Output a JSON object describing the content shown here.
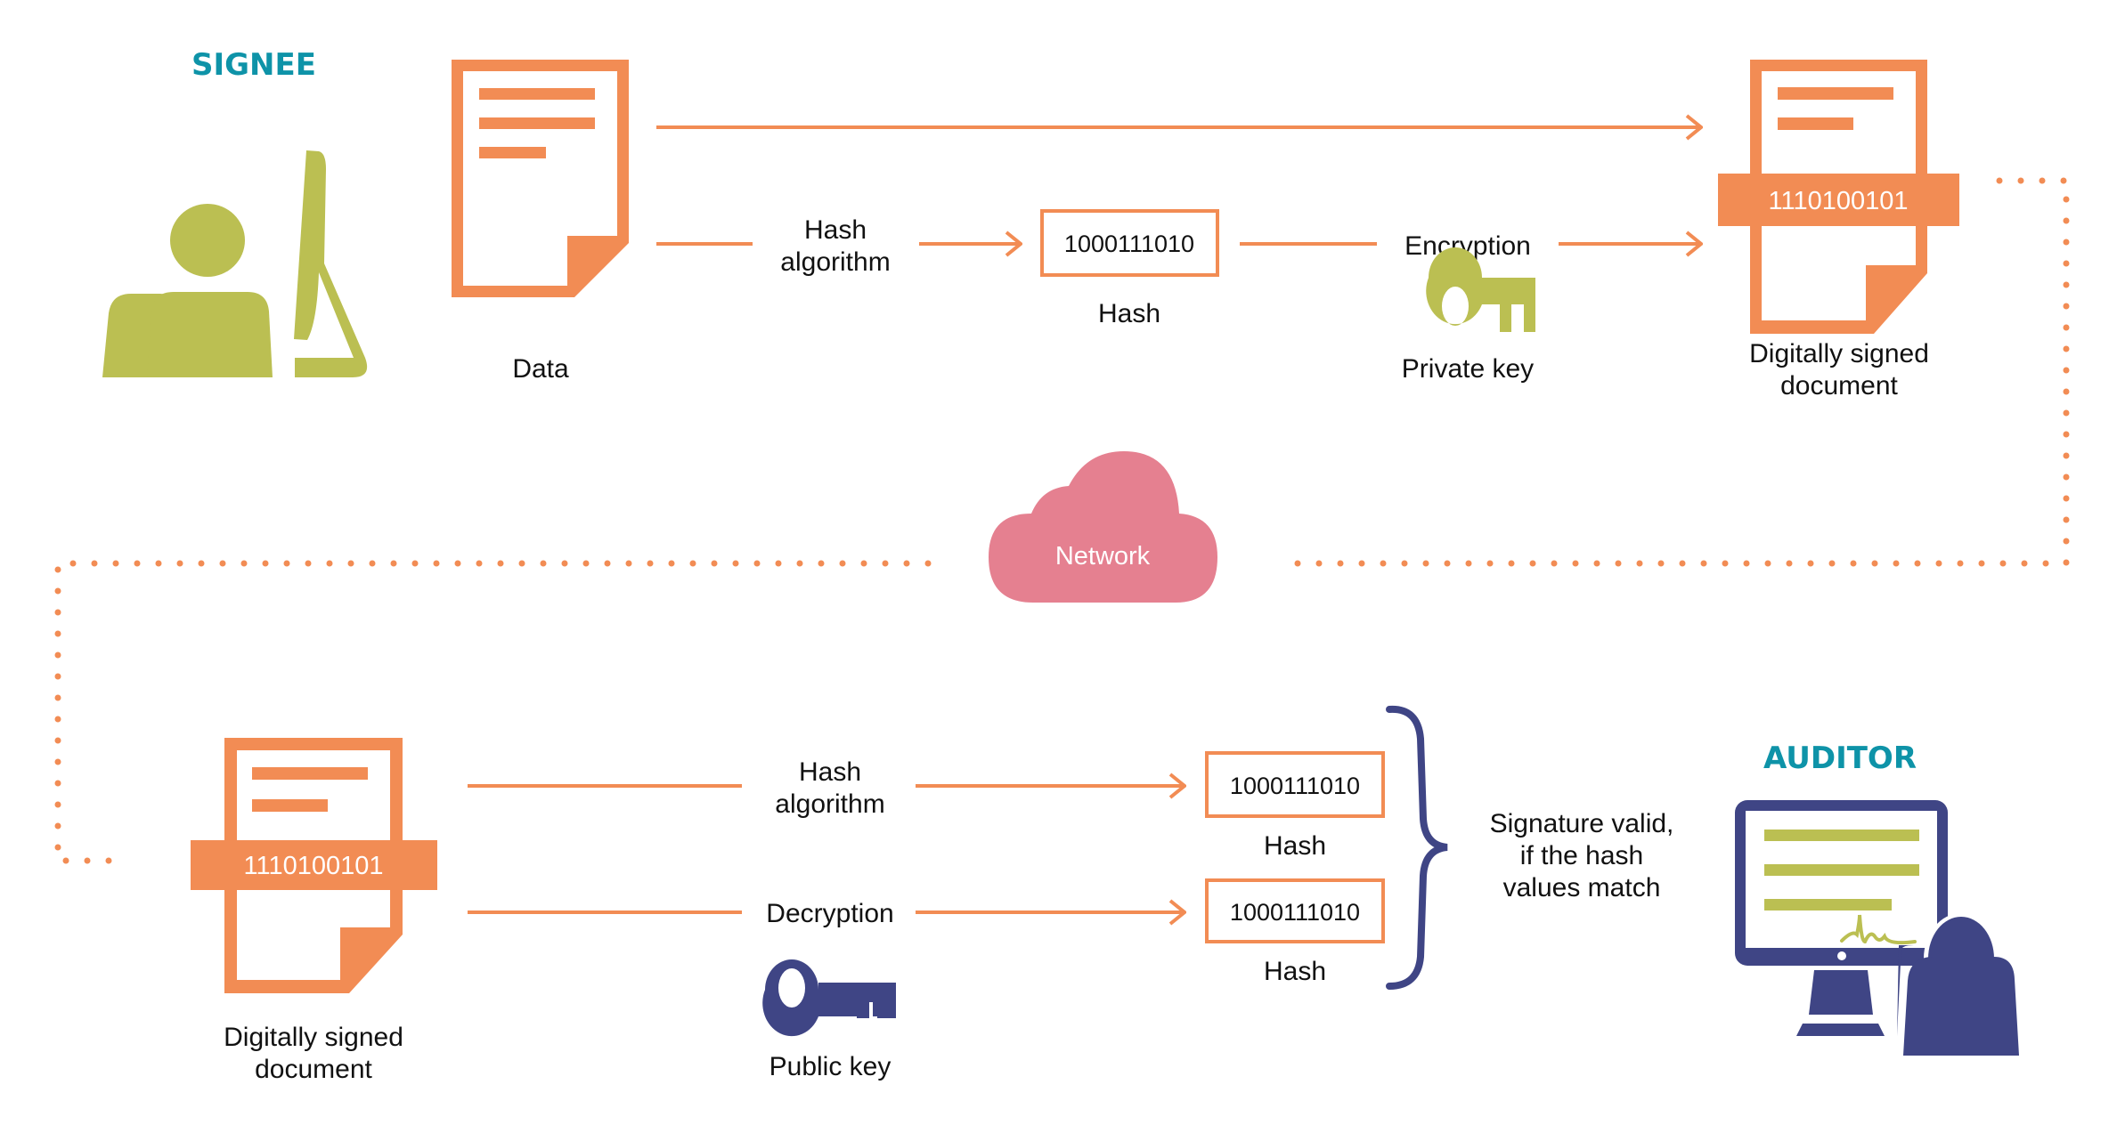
{
  "colors": {
    "accent_orange": "#f28c54",
    "role_teal": "#0e93a8",
    "signee_olive": "#bbbf52",
    "auditor_navy": "#3f4585",
    "network_pink": "#e58090"
  },
  "signee": {
    "role_label": "SIGNEE",
    "data_label": "Data",
    "hash_algorithm_line1": "Hash",
    "hash_algorithm_line2": "algorithm",
    "hash_value": "1000111010",
    "hash_label": "Hash",
    "encryption_label": "Encryption",
    "private_key_label": "Private key",
    "signed_doc_code": "1110100101",
    "signed_doc_line1": "Digitally signed",
    "signed_doc_line2": "document"
  },
  "network": {
    "label": "Network"
  },
  "auditor": {
    "role_label": "AUDITOR",
    "signed_doc_code": "1110100101",
    "signed_doc_line1": "Digitally signed",
    "signed_doc_line2": "document",
    "hash_algorithm_line1": "Hash",
    "hash_algorithm_line2": "algorithm",
    "decryption_label": "Decryption",
    "public_key_label": "Public key",
    "hash_value_1": "1000111010",
    "hash_label_1": "Hash",
    "hash_value_2": "1000111010",
    "hash_label_2": "Hash",
    "result_line1": "Signature valid,",
    "result_line2": "if the hash",
    "result_line3": "values match"
  }
}
